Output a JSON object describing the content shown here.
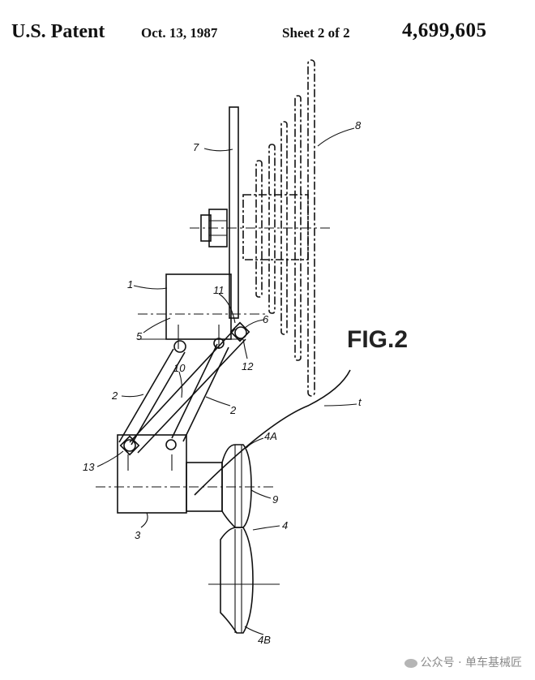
{
  "header": {
    "office": "U.S. Patent",
    "date": "Oct. 13, 1987",
    "sheet": "Sheet 2 of 2",
    "patent_number": "4,699,605"
  },
  "figure": {
    "title": "FIG.2",
    "labels": {
      "l1": "1",
      "l2a": "2",
      "l2b": "2",
      "l3": "3",
      "l4": "4",
      "l4a": "4A",
      "l4b": "4B",
      "l5": "5",
      "l6": "6",
      "l7": "7",
      "l8": "8",
      "l9": "9",
      "l10": "10",
      "l11": "11",
      "l12": "12",
      "l13": "13",
      "lt": "t"
    }
  },
  "watermark": {
    "text": "公众号 · 单车基械匠"
  }
}
